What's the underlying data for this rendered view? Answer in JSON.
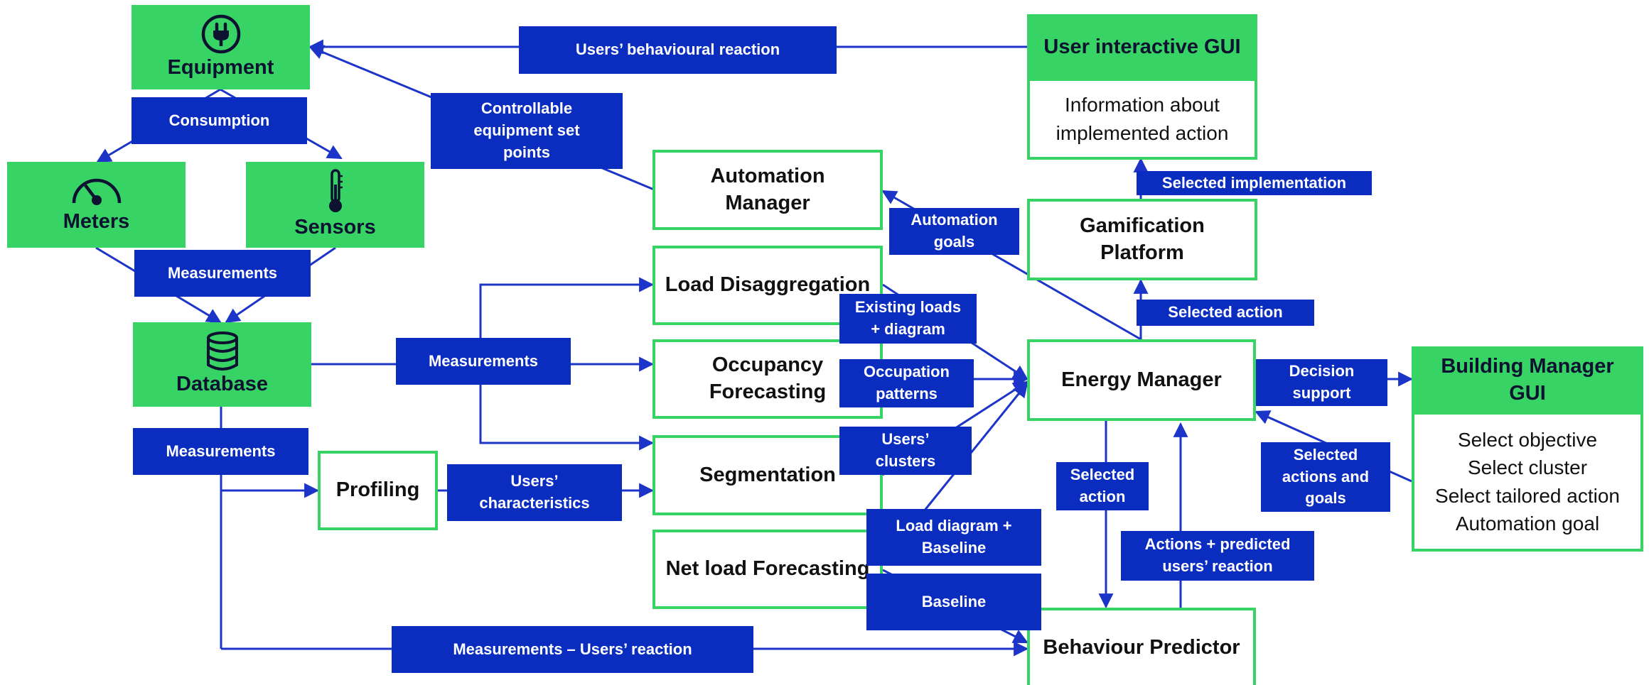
{
  "nodes": {
    "equipment": "Equipment",
    "meters": "Meters",
    "sensors": "Sensors",
    "database": "Database",
    "user_gui": "User interactive GUI",
    "user_gui_info": "Information about\nimplemented action",
    "automation_manager": "Automation\nManager",
    "load_disaggregation": "Load Disaggregation",
    "occupancy_forecasting": "Occupancy\nForecasting",
    "segmentation": "Segmentation",
    "net_load_forecasting": "Net load Forecasting",
    "profiling": "Profiling",
    "gamification_platform": "Gamification\nPlatform",
    "energy_manager": "Energy Manager",
    "behaviour_predictor": "Behaviour Predictor",
    "building_manager_gui": "Building Manager\nGUI",
    "building_manager_options": "Select objective\nSelect cluster\nSelect tailored action\nAutomation goal"
  },
  "labels": {
    "users_behavioural_reaction": "Users’ behavioural reaction",
    "consumption": "Consumption",
    "controllable_setpoints": "Controllable\nequipment set\npoints",
    "measurements_sensors": "Measurements",
    "measurements_db_right": "Measurements",
    "measurements_db_down": "Measurements",
    "users_characteristics": "Users’\ncharacteristics",
    "automation_goals": "Automation\ngoals",
    "existing_loads": "Existing loads\n+ diagram",
    "occupation_patterns": "Occupation\npatterns",
    "users_clusters": "Users’\nclusters",
    "load_diagram_baseline": "Load diagram +\nBaseline",
    "baseline": "Baseline",
    "measurements_users_reaction": "Measurements – Users’ reaction",
    "selected_implementation": "Selected implementation",
    "selected_action_up": "Selected action",
    "decision_support": "Decision\nsupport",
    "selected_action_down": "Selected\naction",
    "actions_predicted": "Actions + predicted\nusers’ reaction",
    "selected_actions_goals": "Selected\nactions and\ngoals"
  },
  "colors": {
    "green": "#37d465",
    "blue": "#0b2dbf",
    "line": "#1d34c9"
  }
}
